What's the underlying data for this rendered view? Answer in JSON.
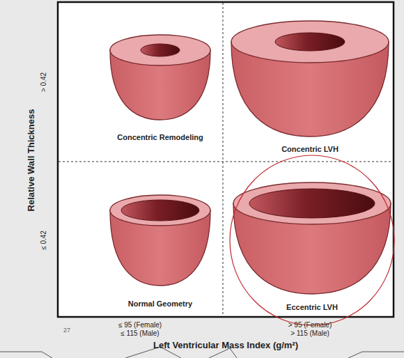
{
  "diagram": {
    "labels": [
      "Relative Wall Thickness",
      "> 0.42",
      "≤ 0.42",
      "Concentric Remodeling",
      "Concentric LVH",
      "Normal Geometry",
      "Eccentric LVH",
      "≤ 95 (Female)",
      "≤ 115 (Male)",
      "> 95 (Female)",
      "> 115 (Male)",
      "Left Ventricular Mass Index (g/m²)",
      "27"
    ]
  }
}
